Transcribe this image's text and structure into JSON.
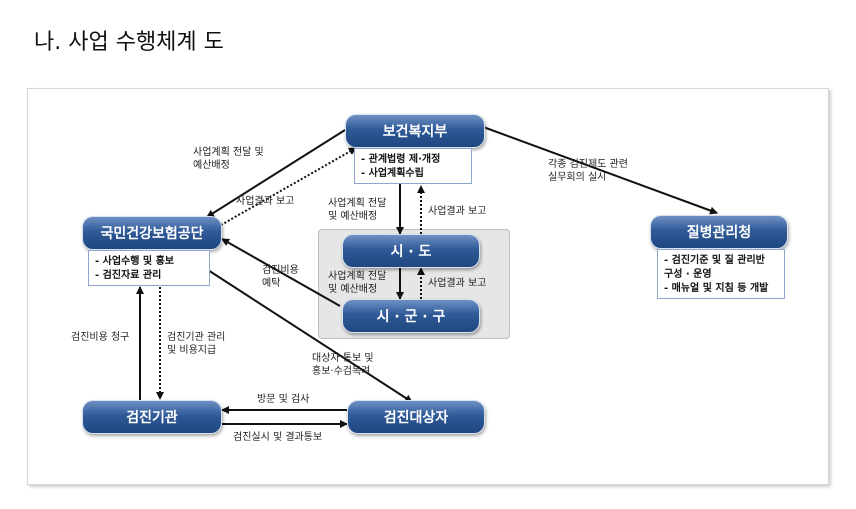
{
  "heading": "나. 사업 수행체계 도",
  "nodes": {
    "ministry": "보건복지부",
    "nhis": "국민건강보험공단",
    "kcdc": "질병관리청",
    "province": "시 · 도",
    "district": "시 · 군 · 구",
    "institution": "검진기관",
    "target": "검진대상자"
  },
  "duties": {
    "ministry": [
      "- 관계법령 제·개정",
      "- 사업계획수립"
    ],
    "nhis": [
      "- 사업수행 및 홍보",
      "- 검진자료 관리"
    ],
    "kcdc": [
      "- 검진기준 및 질 관리반",
      "  구성 · 운영",
      "- 매뉴얼 및 지침 등 개발"
    ]
  },
  "labels": {
    "plan_budget_nhis": [
      "사업계획 전달 및",
      "예산배정"
    ],
    "result_report_nhis": "사업결과 보고",
    "kcdc_meeting": [
      "각종 검진제도 관련",
      "실무회의 실시"
    ],
    "plan_budget_prov": [
      "사업계획 전달",
      "및 예산배정"
    ],
    "result_report_prov": "사업결과 보고",
    "plan_budget_dist": [
      "사업계획 전달",
      "및 예산배정"
    ],
    "result_report_dist": "사업결과 보고",
    "entrust_cost": [
      "검진비용",
      "예탁"
    ],
    "notify_target": [
      "대상자 통보 및",
      "홍보·수검독려"
    ],
    "claim_cost": "검진비용 청구",
    "manage_pay": [
      "검진기관 관리",
      "및 비용지급"
    ],
    "visit_exam": "방문 및 검사",
    "exam_notify": "검진실시 및 결과통보"
  }
}
